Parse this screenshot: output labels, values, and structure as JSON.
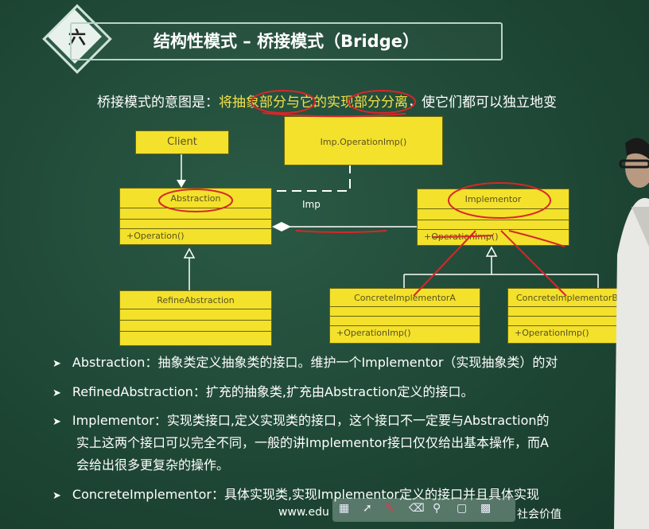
{
  "slide": {
    "number": "六",
    "title": "结构性模式 – 桥接模式（Bridge）",
    "intro_prefix": "桥接模式的意图是：",
    "intro_highlight": "将抽象部分与它的实现部分分离",
    "intro_suffix": "，使它们都可以独立地变"
  },
  "diagram": {
    "client": "Client",
    "imp_operation": "Imp.OperationImp()",
    "abstraction": "Abstraction",
    "abstraction_op": "+Operation()",
    "imp_label": "Imp",
    "implementor": "Implementor",
    "implementor_op": "+OperationImp()",
    "refine": "RefineAbstraction",
    "concrete_a": "ConcreteImplementorA",
    "concrete_a_op": "+OperationImp()",
    "concrete_b": "ConcreteImplementorB",
    "concrete_b_op": "+OperationImp()"
  },
  "bullets": [
    {
      "text": "Abstraction：抽象类定义抽象类的接口。维护一个Implementor（实现抽象类）的对"
    },
    {
      "text": "RefinedAbstraction：扩充的抽象类,扩充由Abstraction定义的接口。"
    },
    {
      "text": "Implementor：实现类接口,定义实现类的接口，这个接口不一定要与Abstraction的"
    },
    {
      "text": "ConcreteImplementor：具体实现类,实现Implementor定义的接口并且具体实现"
    }
  ],
  "implementor_cont": [
    "实上这两个接口可以完全不同，一般的讲Implementor接口仅仅给出基本操作，而A",
    "会给出很多更复杂的操作。"
  ],
  "footer": {
    "site": "www.edu",
    "slogan": "社会价值"
  },
  "colors": {
    "board": "#1f4a38",
    "uml_fill": "#f3e12c",
    "highlight_text": "#f2e04a",
    "annotation_red": "#d8262a"
  }
}
